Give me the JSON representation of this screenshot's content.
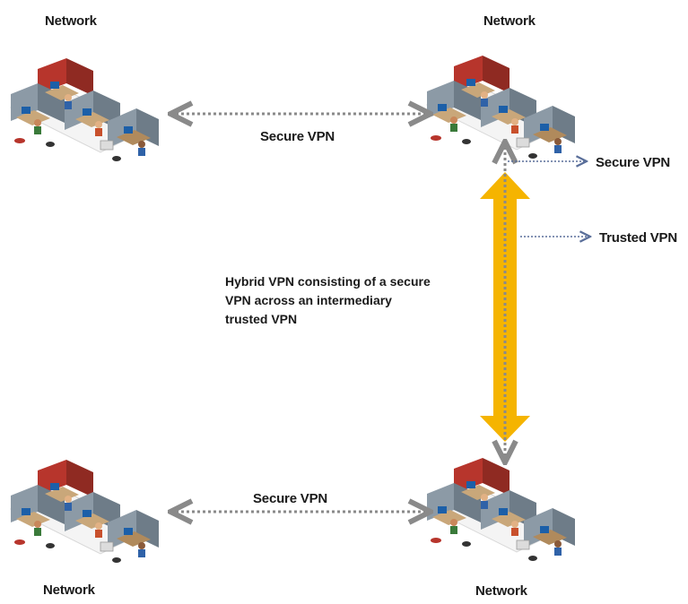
{
  "nodes": {
    "top_left": {
      "label": "Network"
    },
    "top_right": {
      "label": "Network"
    },
    "bottom_left": {
      "label": "Network"
    },
    "bottom_right": {
      "label": "Network"
    }
  },
  "links": {
    "top_secure": "Secure VPN",
    "bottom_secure": "Secure VPN"
  },
  "legend": {
    "secure": "Secure VPN",
    "trusted": "Trusted VPN"
  },
  "description": {
    "line1": "Hybrid VPN consisting of a secure",
    "line2": "VPN across an intermediary",
    "line3": "trusted VPN"
  },
  "colors": {
    "trusted_arrow": "#f5b400",
    "secure_line": "#8a8a8a",
    "legend_line": "#5a6f9a"
  },
  "icons": {
    "office": "office-cubicles-illustration"
  }
}
